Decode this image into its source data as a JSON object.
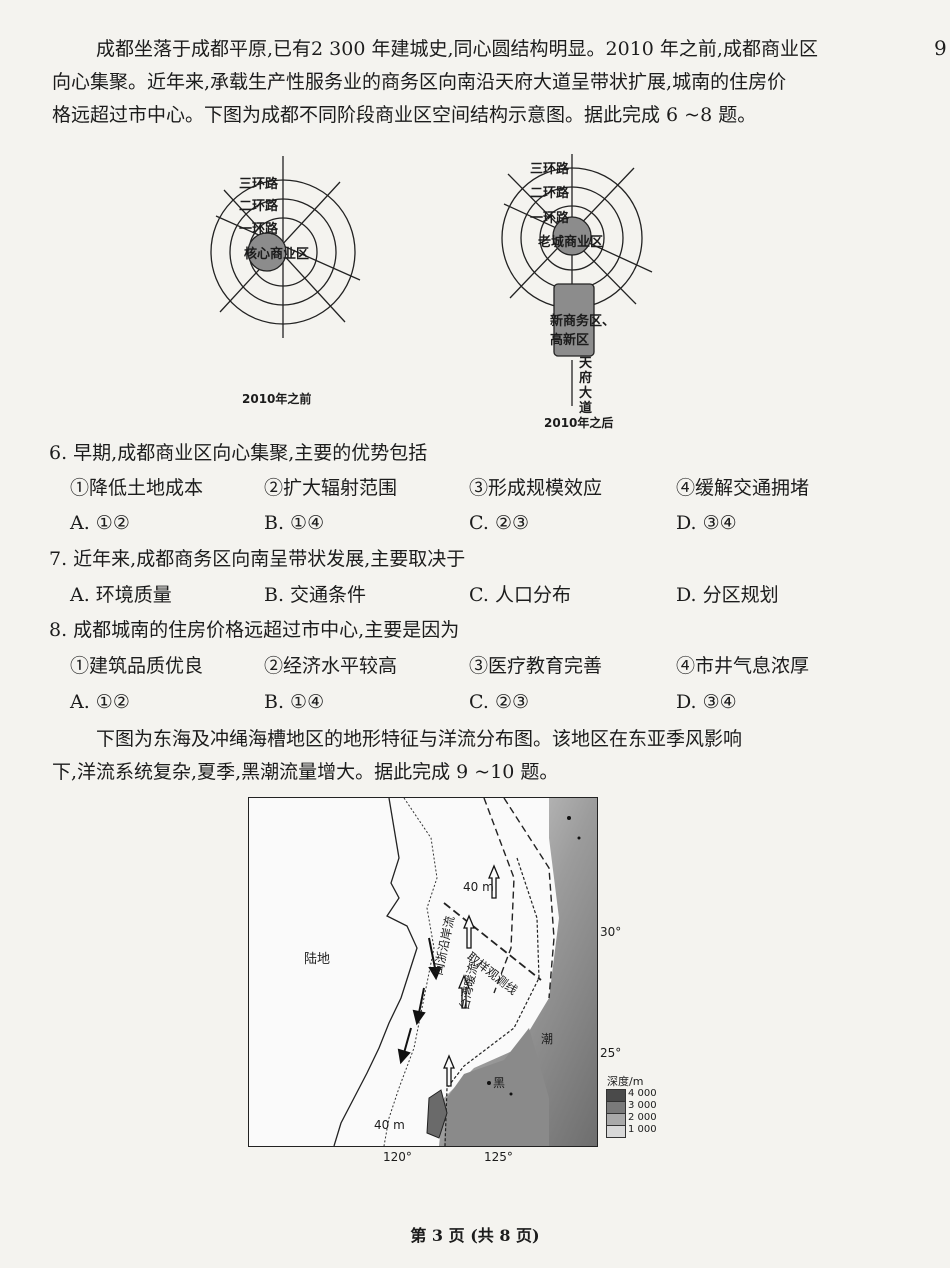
{
  "page_corner": "9",
  "intro1": {
    "lines": [
      "成都坐落于成都平原,已有2 300 年建城史,同心圆结构明显。2010 年之前,成都商业区",
      "向心集聚。近年来,承载生产性服务业的商务区向南沿天府大道呈带状扩展,城南的住房价",
      "格远超过市中心。下图为成都不同阶段商业区空间结构示意图。据此完成 6 ~8 题。"
    ]
  },
  "diagram_left": {
    "rings": [
      "三环路",
      "二环路",
      "一环路"
    ],
    "core": "核心商业区",
    "caption": "2010年之前"
  },
  "diagram_right": {
    "rings": [
      "三环路",
      "二环路",
      "一环路"
    ],
    "core": "老城商业区",
    "new_area": [
      "新商务区、",
      "高新区"
    ],
    "road": [
      "天",
      "府",
      "大",
      "道"
    ],
    "caption": "2010年之后"
  },
  "q6": {
    "stem": "6. 早期,成都商业区向心集聚,主要的优势包括",
    "items": [
      "①降低土地成本",
      "②扩大辐射范围",
      "③形成规模效应",
      "④缓解交通拥堵"
    ],
    "options": [
      "A. ①②",
      "B. ①④",
      "C. ②③",
      "D. ③④"
    ]
  },
  "q7": {
    "stem": "7. 近年来,成都商务区向南呈带状发展,主要取决于",
    "options": [
      "A. 环境质量",
      "B. 交通条件",
      "C. 人口分布",
      "D. 分区规划"
    ]
  },
  "q8": {
    "stem": "8. 成都城南的住房价格远超过市中心,主要是因为",
    "items": [
      "①建筑品质优良",
      "②经济水平较高",
      "③医疗教育完善",
      "④市井气息浓厚"
    ],
    "options": [
      "A. ①②",
      "B. ①④",
      "C. ②③",
      "D. ③④"
    ]
  },
  "intro2": {
    "lines": [
      "下图为东海及冲绳海槽地区的地形特征与洋流分布图。该地区在东亚季风影响",
      "下,洋流系统复杂,夏季,黑潮流量增大。据此完成 9 ~10 题。"
    ]
  },
  "map": {
    "land": "陆地",
    "contour_top": "40 m",
    "contour_bottom": "40 m",
    "section_line": "取样观测线",
    "coastal_current": "闽浙沿岸流",
    "warm_current": "台湾暖流",
    "kuroshio_1": "潮",
    "kuroshio_2": "黑",
    "lat_30": "30°",
    "lat_25": "25°",
    "lon_120": "120°",
    "lon_125": "125°",
    "legend_title": "深度/m",
    "legend": [
      {
        "label": "4 000",
        "color": "#4a4a4a"
      },
      {
        "label": "3 000",
        "color": "#7a7a7a"
      },
      {
        "label": "2 000",
        "color": "#a9a9a9"
      },
      {
        "label": "1 000",
        "color": "#d8d8d8"
      }
    ]
  },
  "footer": "第 3 页 (共 8 页)"
}
